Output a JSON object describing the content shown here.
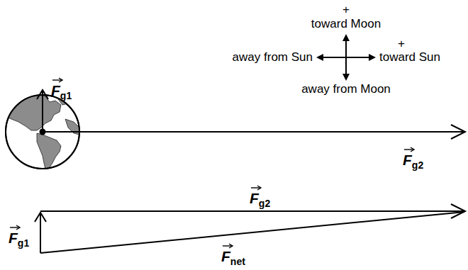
{
  "diagram": {
    "labels": [
      "+",
      "toward Moon",
      "+",
      "away from Sun",
      "toward Sun",
      "away from Moon",
      "Fg1",
      "Fg2",
      "Fg2",
      "Fg1",
      "Fnet"
    ]
  }
}
